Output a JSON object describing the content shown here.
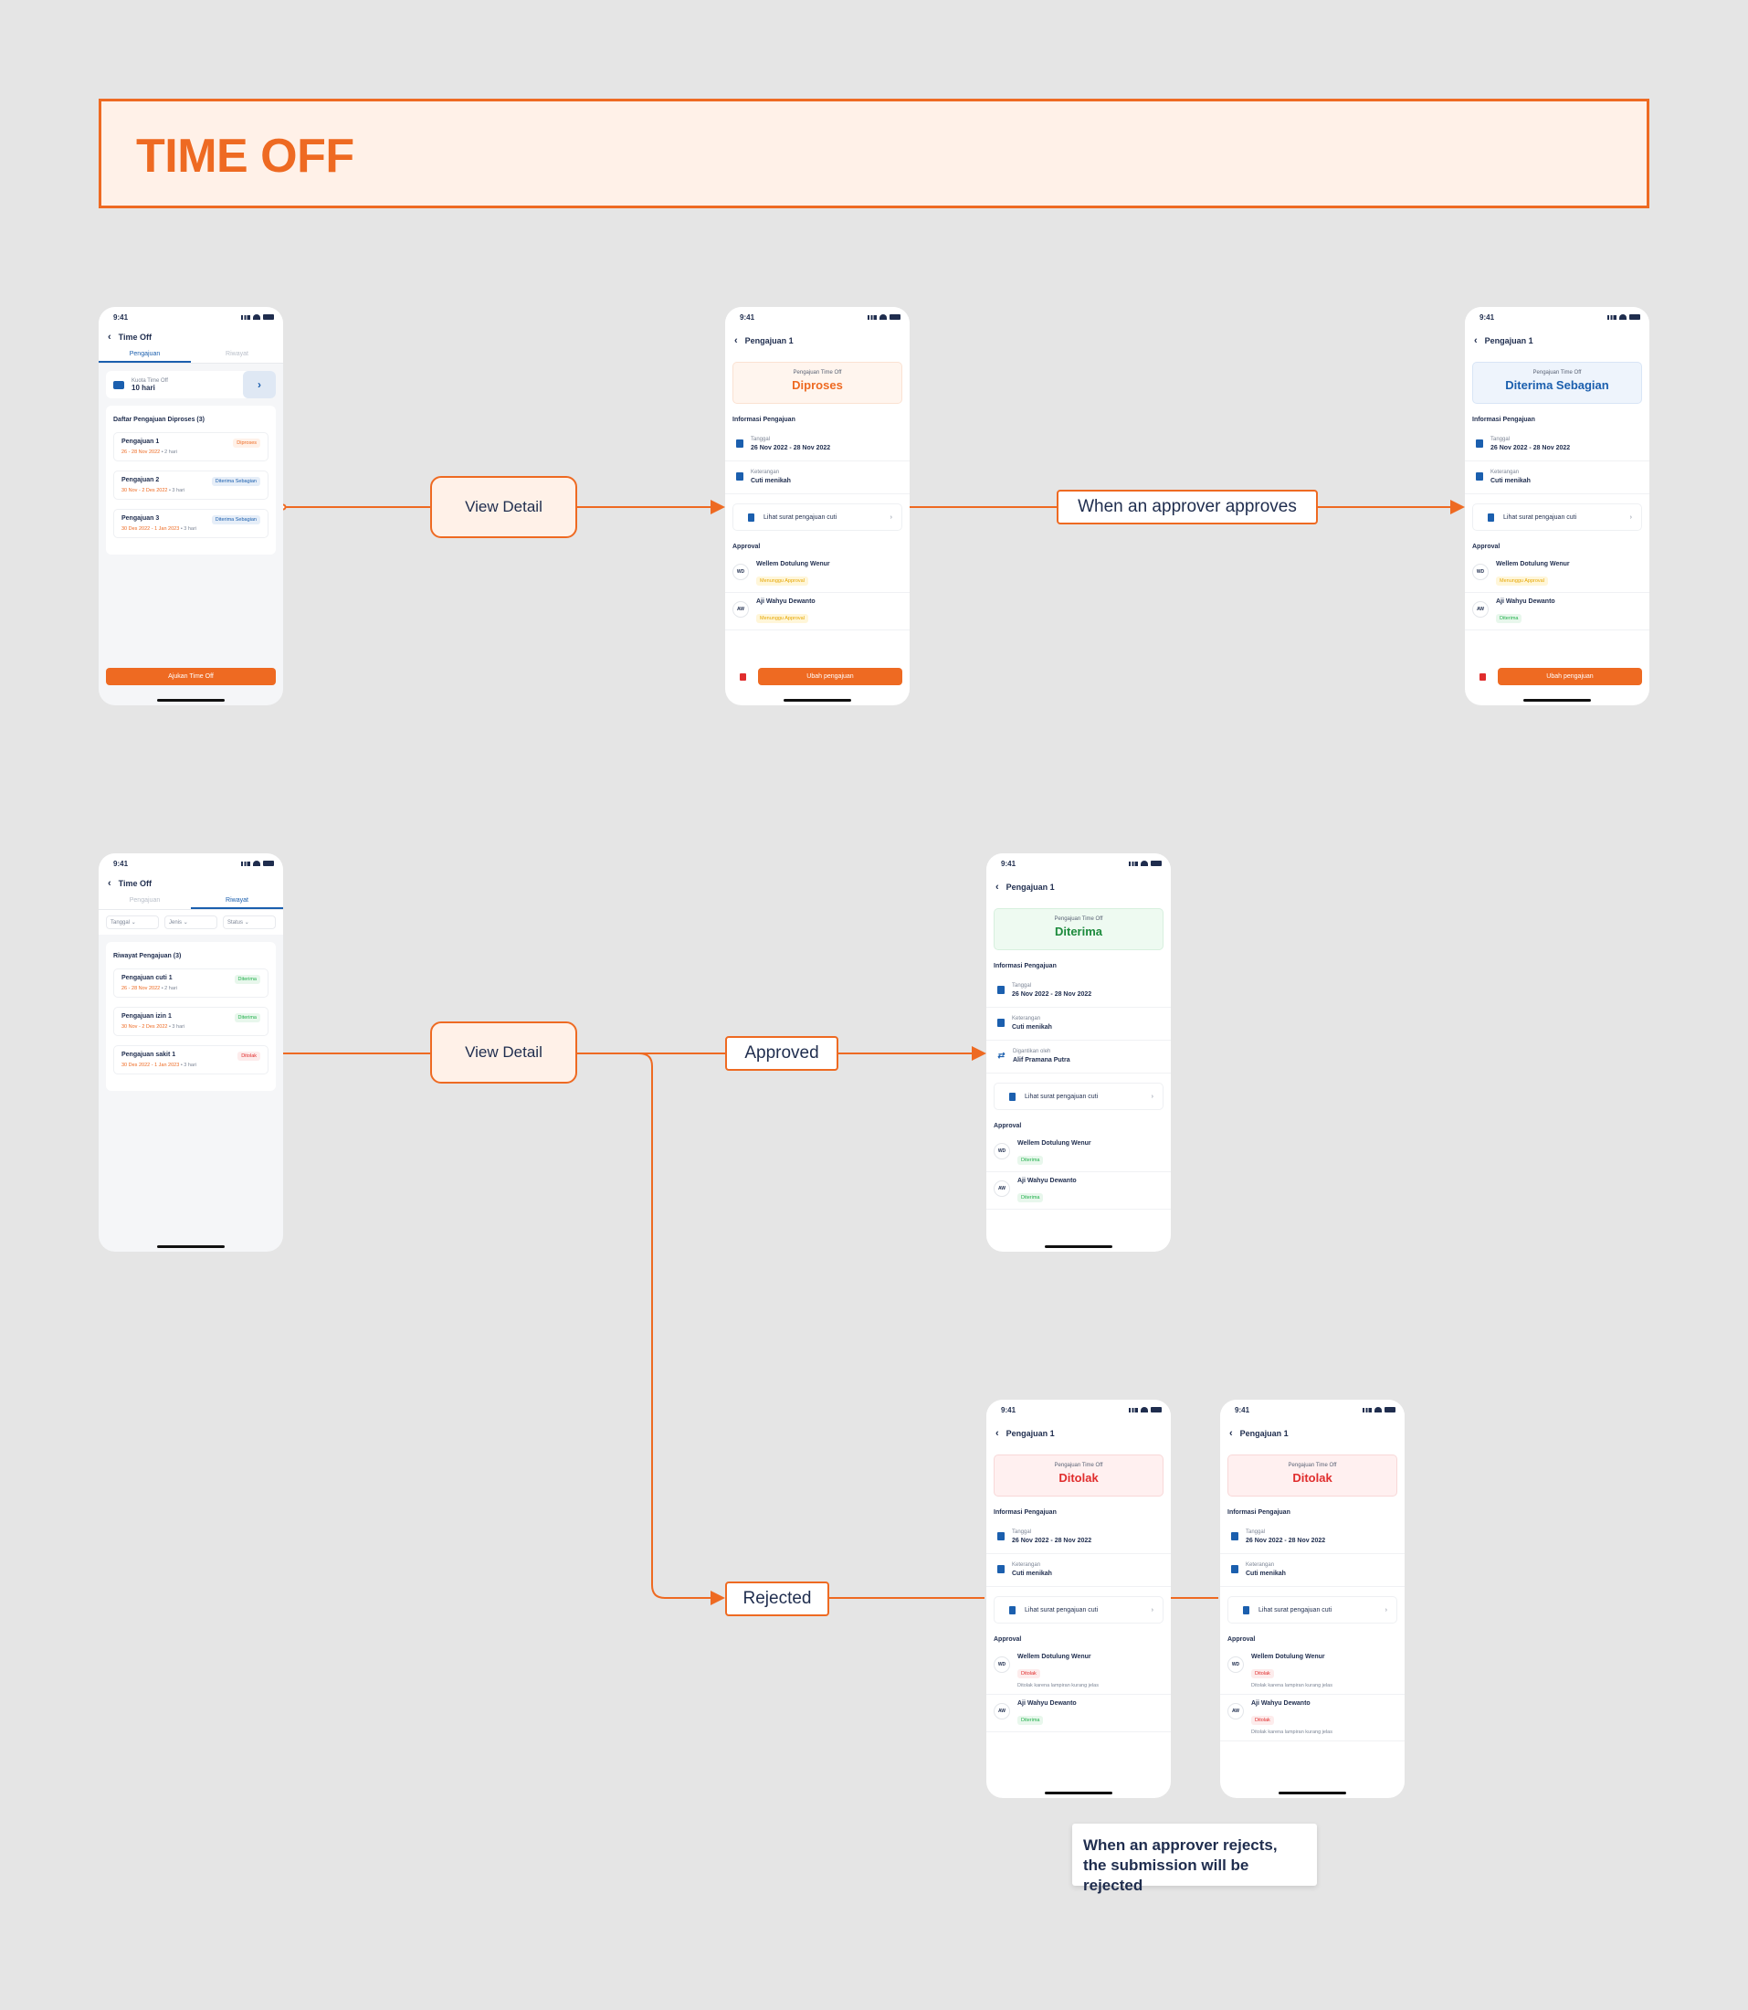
{
  "title": "TIME OFF",
  "colors": {
    "accent": "#ee6a22",
    "blue": "#1b5fae",
    "green": "#20b04b",
    "red": "#e02d2d",
    "yellow": "#e6a600",
    "navy": "#1f2d4e"
  },
  "flow_labels": {
    "view_detail_1": "View Detail",
    "approves": "When an approver approves",
    "view_detail_2": "View Detail",
    "approved": "Approved",
    "rejected": "Rejected",
    "reject_note_1": "When an approver rejects,",
    "reject_note_2": "the submission will be rejected"
  },
  "common": {
    "time": "9:41",
    "detail_title": "Pengajuan 1",
    "status_label": "Pengajuan Time Off",
    "info_section": "Informasi Pengajuan",
    "date_label": "Tanggal",
    "date_value": "26 Nov 2022 - 28 Nov 2022",
    "note_label": "Keterangan",
    "note_value": "Cuti menikah",
    "doc_link": "Lihat surat pengajuan cuti",
    "approval_section": "Approval",
    "edit_button": "Ubah pengajuan",
    "approver_1_initials": "WD",
    "approver_1_name": "Wellem Dotulung Wenur",
    "approver_2_initials": "AW",
    "approver_2_name": "Aji Wahyu Dewanto",
    "waiting": "Menunggu Approval",
    "accepted": "Diterima",
    "rejected_badge": "Ditolak",
    "reject_reason": "Ditolak karena lampiran kurang jelas"
  },
  "list_screen": {
    "title": "Time Off",
    "tab_active": "Pengajuan",
    "tab_inactive": "Riwayat",
    "quota_label": "Kuota Time Off",
    "quota_value": "10 hari",
    "section": "Daftar Pengajuan Diproses (3)",
    "items": [
      {
        "name": "Pengajuan 1",
        "date": "26 - 28 Nov 2022",
        "duration": " • 2 hari",
        "status": "Diproses"
      },
      {
        "name": "Pengajuan 2",
        "date": "30 Nov - 2 Des 2022",
        "duration": " • 3 hari",
        "status": "Diterima Sebagian"
      },
      {
        "name": "Pengajuan 3",
        "date": "30 Des 2022 - 1 Jan 2023",
        "duration": " • 3 hari",
        "status": "Diterima Sebagian"
      }
    ],
    "submit_button": "Ajukan Time Off"
  },
  "history_screen": {
    "title": "Time Off",
    "tab_inactive": "Pengajuan",
    "tab_active": "Riwayat",
    "filters": [
      "Tanggal",
      "Jenis",
      "Status"
    ],
    "section": "Riwayat Pengajuan (3)",
    "items": [
      {
        "name": "Pengajuan cuti 1",
        "date": "26 - 28 Nov 2022",
        "duration": " • 2 hari",
        "status": "Diterima"
      },
      {
        "name": "Pengajuan izin 1",
        "date": "30 Nov - 2 Des 2022",
        "duration": " • 3 hari",
        "status": "Diterima"
      },
      {
        "name": "Pengajuan sakit 1",
        "date": "30 Des 2022 - 1 Jan 2023",
        "duration": " • 3 hari",
        "status": "Ditolak"
      }
    ]
  },
  "processing_screen": {
    "status": "Diproses"
  },
  "partial_screen": {
    "status": "Diterima Sebagian"
  },
  "approved_screen": {
    "status": "Diterima",
    "replacement_label": "Digantikan oleh",
    "replacement_value": "Alif Pramana Putra"
  },
  "rejected_screen": {
    "status": "Ditolak"
  }
}
